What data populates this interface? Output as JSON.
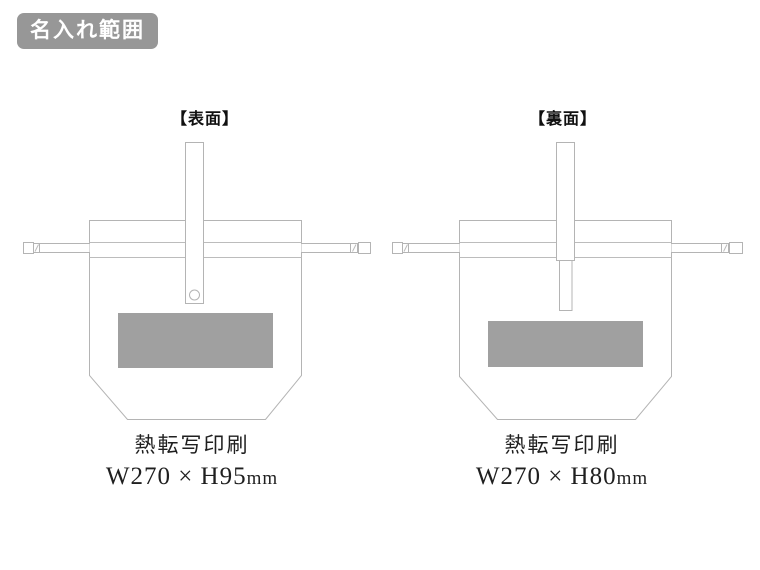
{
  "badge": {
    "label": "名入れ範囲"
  },
  "colors": {
    "badge_background": "#979797",
    "badge_text": "#ffffff",
    "print_area_fill": "#a0a0a0",
    "drawing_outline": "#b4b4b4",
    "caption_text": "#1f1f1f"
  },
  "figures": [
    {
      "side_label": "【表面】",
      "print_method": "熱転写印刷",
      "print_size": "W270 × H95",
      "print_size_unit": "mm",
      "print_width_mm": 270,
      "print_height_mm": 95
    },
    {
      "side_label": "【裏面】",
      "print_method": "熱転写印刷",
      "print_size": "W270 × H80",
      "print_size_unit": "mm",
      "print_width_mm": 270,
      "print_height_mm": 80
    }
  ]
}
